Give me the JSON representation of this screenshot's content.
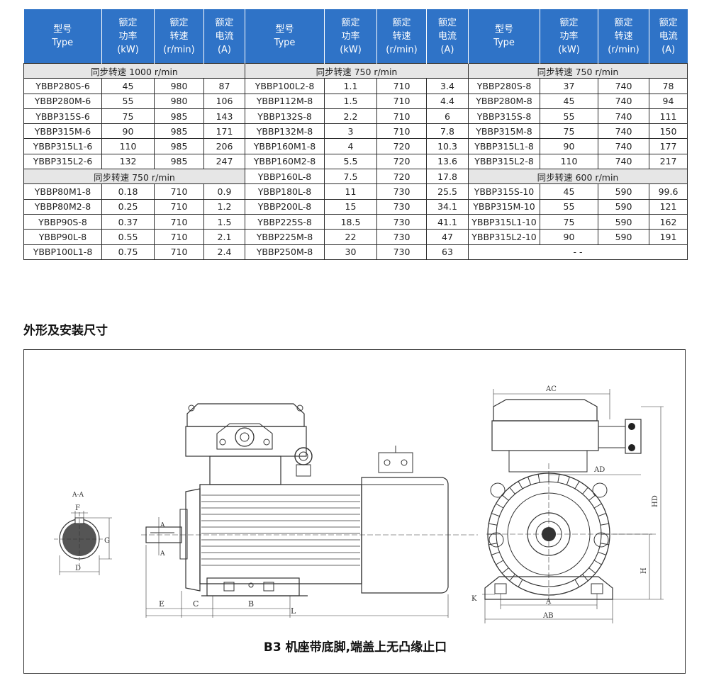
{
  "headers": [
    [
      "型号",
      "Type"
    ],
    [
      "额定",
      "功率",
      "(kW)"
    ],
    [
      "额定",
      "转速",
      "(r/min)"
    ],
    [
      "额定",
      "电流",
      "(A)"
    ],
    [
      "型号",
      "Type"
    ],
    [
      "额定",
      "功率",
      "(kW)"
    ],
    [
      "额定",
      "转速",
      "(r/min)"
    ],
    [
      "额定",
      "电流",
      "(A)"
    ],
    [
      "型号",
      "Type"
    ],
    [
      "额定",
      "功率",
      "(kW)"
    ],
    [
      "额定",
      "转速",
      "(r/min)"
    ],
    [
      "额定",
      "电流",
      "(A)"
    ]
  ],
  "groups": {
    "g1": "同步转速 1000 r/min",
    "g2": "同步转速 750 r/min",
    "g3": "同步转速 750 r/min",
    "g4": "同步转速 750 r/min",
    "g5": "同步转速 600 r/min"
  },
  "col1_rows": [
    [
      "YBBP280S-6",
      "45",
      "980",
      "87"
    ],
    [
      "YBBP280M-6",
      "55",
      "980",
      "106"
    ],
    [
      "YBBP315S-6",
      "75",
      "985",
      "143"
    ],
    [
      "YBBP315M-6",
      "90",
      "985",
      "171"
    ],
    [
      "YBBP315L1-6",
      "110",
      "985",
      "206"
    ],
    [
      "YBBP315L2-6",
      "132",
      "985",
      "247"
    ],
    [
      "YBBP80M1-8",
      "0.18",
      "710",
      "0.9"
    ],
    [
      "YBBP80M2-8",
      "0.25",
      "710",
      "1.2"
    ],
    [
      "YBBP90S-8",
      "0.37",
      "710",
      "1.5"
    ],
    [
      "YBBP90L-8",
      "0.55",
      "710",
      "2.1"
    ],
    [
      "YBBP100L1-8",
      "0.75",
      "710",
      "2.4"
    ]
  ],
  "col2_rows": [
    [
      "YBBP100L2-8",
      "1.1",
      "710",
      "3.4"
    ],
    [
      "YBBP112M-8",
      "1.5",
      "710",
      "4.4"
    ],
    [
      "YBBP132S-8",
      "2.2",
      "710",
      "6"
    ],
    [
      "YBBP132M-8",
      "3",
      "710",
      "7.8"
    ],
    [
      "YBBP160M1-8",
      "4",
      "720",
      "10.3"
    ],
    [
      "YBBP160M2-8",
      "5.5",
      "720",
      "13.6"
    ],
    [
      "YBBP160L-8",
      "7.5",
      "720",
      "17.8"
    ],
    [
      "YBBP180L-8",
      "11",
      "730",
      "25.5"
    ],
    [
      "YBBP200L-8",
      "15",
      "730",
      "34.1"
    ],
    [
      "YBBP225S-8",
      "18.5",
      "730",
      "41.1"
    ],
    [
      "YBBP225M-8",
      "22",
      "730",
      "47"
    ],
    [
      "YBBP250M-8",
      "30",
      "730",
      "63"
    ]
  ],
  "col3_rows": [
    [
      "YBBP280S-8",
      "37",
      "740",
      "78"
    ],
    [
      "YBBP280M-8",
      "45",
      "740",
      "94"
    ],
    [
      "YBBP315S-8",
      "55",
      "740",
      "111"
    ],
    [
      "YBBP315M-8",
      "75",
      "740",
      "150"
    ],
    [
      "YBBP315L1-8",
      "90",
      "740",
      "177"
    ],
    [
      "YBBP315L2-8",
      "110",
      "740",
      "217"
    ],
    [
      "YBBP315S-10",
      "45",
      "590",
      "99.6"
    ],
    [
      "YBBP315M-10",
      "55",
      "590",
      "121"
    ],
    [
      "YBBP315L1-10",
      "75",
      "590",
      "162"
    ],
    [
      "YBBP315L2-10",
      "90",
      "590",
      "191"
    ]
  ],
  "col3_blank": "- -",
  "section_title": "外形及安装尺寸",
  "caption": "B3 机座带底脚,端盖上无凸缘止口",
  "drawing_labels": {
    "section": "A-A",
    "F": "F",
    "G": "G",
    "D": "D",
    "cutA_top": "A",
    "cutA_bottom": "A",
    "E": "E",
    "C": "C",
    "B": "B",
    "L": "L",
    "AC": "AC",
    "AD": "AD",
    "HD": "HD",
    "H": "H",
    "K": "K",
    "A": "A",
    "AB": "AB"
  },
  "colors": {
    "header_bg": "#2f73c7",
    "group_bg": "#e6e6e6",
    "line": "#2b2b2b"
  }
}
